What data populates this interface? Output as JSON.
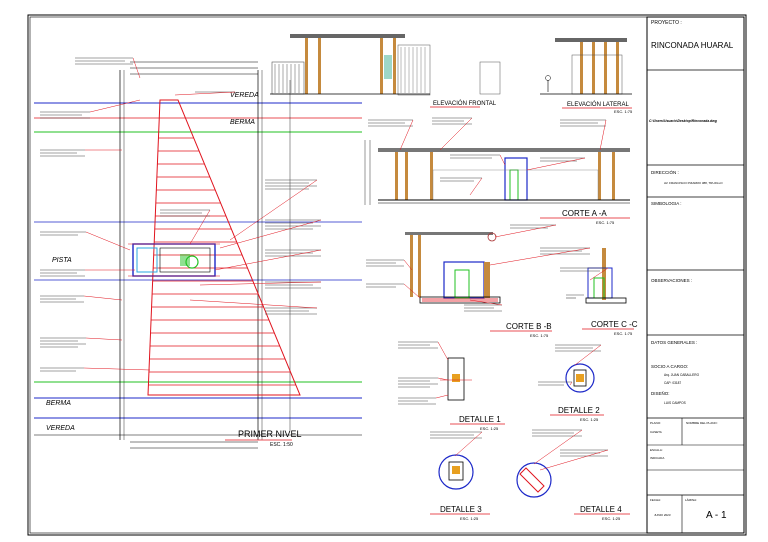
{
  "plan": {
    "labels": {
      "vereda_top": "VEREDA",
      "berma_top": "BERMA",
      "pista": "PISTA",
      "berma_bottom": "BERMA",
      "vereda_bottom": "VEREDA"
    },
    "title": "PRIMER NIVEL",
    "scale": "ESC. 1:50"
  },
  "views": {
    "elev_frontal": "ELEVACIÓN FRONTAL",
    "elev_lateral": "ELEVACIÓN LATERAL",
    "elev_lateral_scale": "ESC. 1:75",
    "corte_a": "CORTE A -A",
    "corte_a_scale": "ESC. 1:75",
    "corte_b": "CORTE B -B",
    "corte_b_scale": "ESC. 1:75",
    "corte_c": "CORTE C -C",
    "corte_c_scale": "ESC. 1:75",
    "detalle1": "DETALLE 1",
    "detalle1_scale": "ESC. 1:25",
    "detalle2": "DETALLE 2",
    "detalle2_scale": "ESC. 1:25",
    "detalle3": "DETALLE 3",
    "detalle3_scale": "ESC. 1:25",
    "detalle4": "DETALLE 4",
    "detalle4_scale": "ESC. 1:25"
  },
  "title_block": {
    "proyecto_label": "PROYECTO :",
    "proyecto_name": "RINCONADA HUARAL",
    "path_text": "C:\\Users\\Usuario\\Desktop\\Rinconada.dwg",
    "direccion_label": "DIRECCIÓN :",
    "direccion_value": "AV. FRANCISCO PIZARRO 388, TRUJILLO",
    "simbologia_label": "SIMBOLOGIA :",
    "observaciones_label": "OBSERVACIONES :",
    "datos_label": "DATOS GENERALES :",
    "socio_label": "SOCIO A CARGO:",
    "socio_name": "Arq. JUAN CABALLERO",
    "socio_cap": "CAP: 03187",
    "diseno_label": "DISEÑO:",
    "diseno_name": "LUIS CAMPOS",
    "plano_label": "PLANO:",
    "plano_value": "CASETA",
    "nombre_label": "NOMBRE DEL PLANO:",
    "escala_label": "ESCALA:",
    "escala_value": "INDICADA",
    "fecha_label": "FECHA:",
    "fecha_value": "JUNIO 2023",
    "lamina_label": "LÁMINA:",
    "sheet_number": "A - 1"
  }
}
